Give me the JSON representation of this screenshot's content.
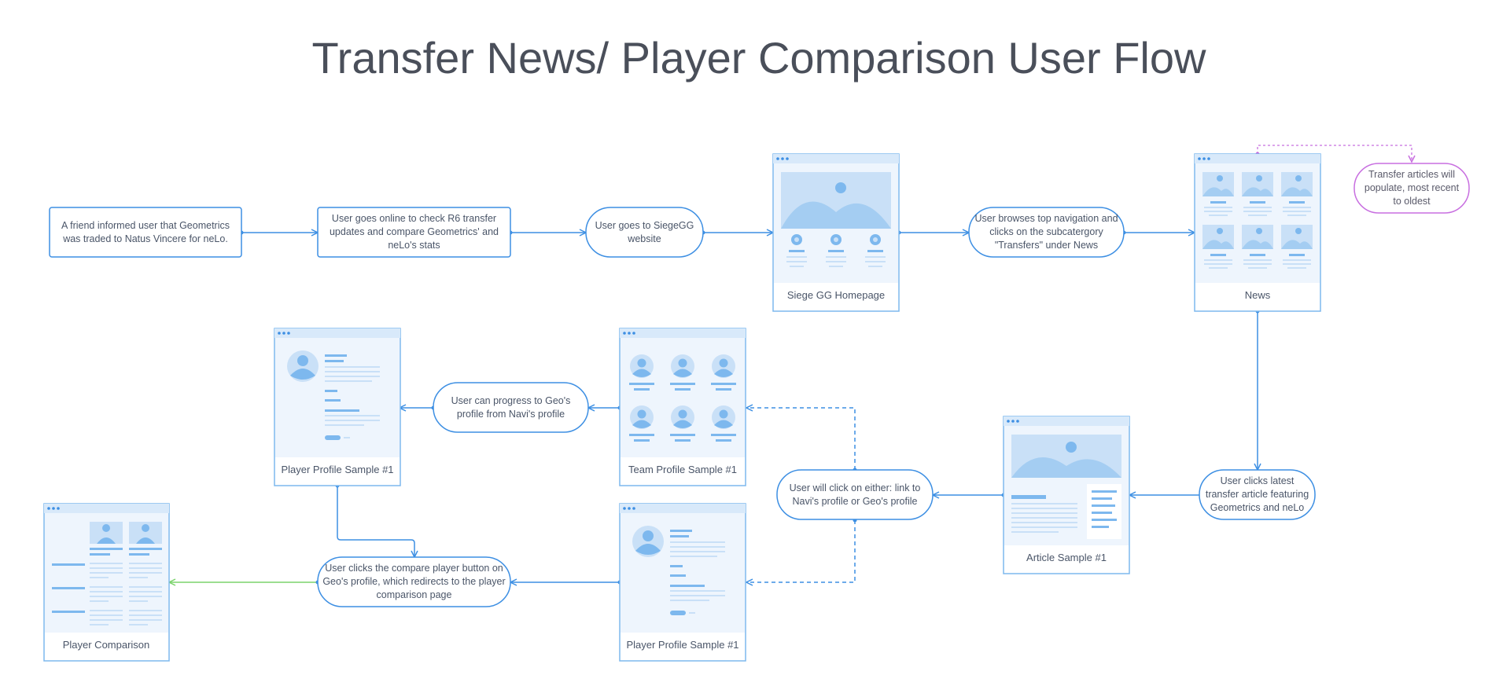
{
  "title": "Transfer News/ Player Comparison User Flow",
  "steps": {
    "friend_informed": "A friend informed user that Geometrics was traded to Natus Vincere for neLo.",
    "goes_online": "User goes online to check R6 transfer updates and compare Geometrics' and neLo's stats",
    "goes_siegegg": "User goes to SiegeGG website",
    "browses_nav": "User browses top navigation and clicks on the subcatergory \"Transfers\" under News",
    "clicks_latest_transfer": "User clicks latest transfer article featuring Geometrics and neLo",
    "click_either": "User will click on either: link to Navi's profile or Geo's profile",
    "progress_geo": "User can progress to Geo's profile from Navi's profile",
    "clicks_compare": "User clicks the compare player button on Geo's profile, which redirects to the player comparison page"
  },
  "note": "Transfer articles will populate, most recent to oldest",
  "screens": {
    "homepage": "Siege GG Homepage",
    "news": "News",
    "article": "Article Sample #1",
    "team_profile": "Team Profile Sample #1",
    "player_profile_top": "Player Profile Sample #1",
    "player_profile_bottom": "Player Profile Sample #1",
    "player_comparison": "Player Comparison"
  },
  "colors": {
    "accent": "#3d8fe3",
    "wireframe_fill": "#eef5fd",
    "wireframe_mid": "#c9e0f7",
    "note_border": "#c86fe0",
    "compare_arrow": "#7ad36b",
    "title": "#4a4f5a"
  }
}
